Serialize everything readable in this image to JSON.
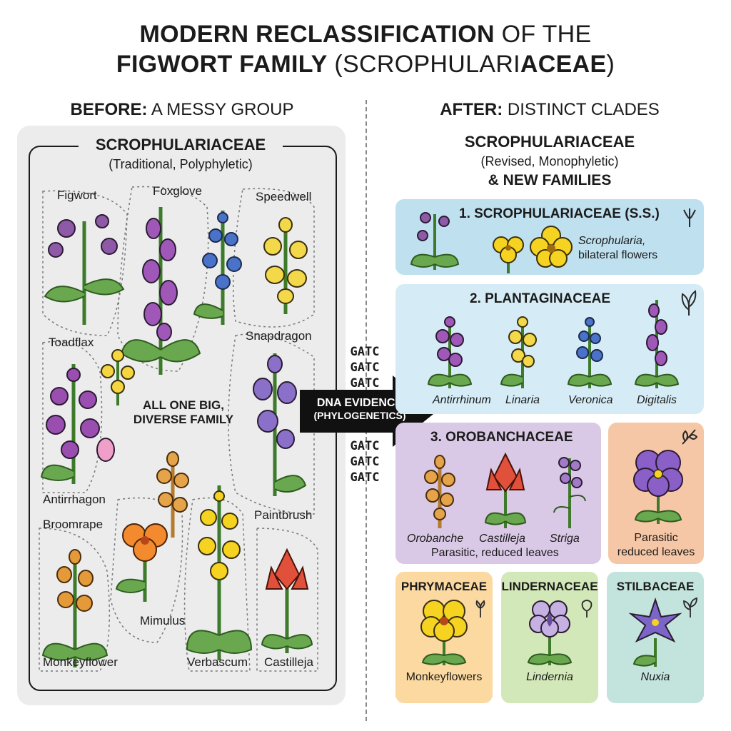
{
  "title": {
    "line1_bold": "MODERN RECLASSIFICATION",
    "line1_rest": " OF THE",
    "line2_bold_a": "FIGWORT FAMILY",
    "line2_rest": " (SCROPHULARI",
    "line2_bold_b": "ACEAE",
    "line2_end": ")"
  },
  "before": {
    "heading_bold": "BEFORE:",
    "heading_rest": " A MESSY GROUP",
    "box_title": "SCROPHULARIACEAE",
    "box_subtitle": "(Traditional, Polyphyletic)",
    "center_line1": "ALL ONE BIG,",
    "center_line2": "DIVERSE FAMILY",
    "labels": {
      "figwort": "Figwort",
      "foxglove": "Foxglove",
      "speedwell": "Speedwell",
      "toadflax": "Toadflax",
      "snapdragon": "Snapdragon",
      "antirrhagon": "Antirrhagon",
      "broomrape": "Broomrape",
      "paintbrush": "Paintbrush",
      "mimulus": "Mimulus",
      "monkeyflower": "Monkeyflower",
      "verbascum": "Verbascum",
      "castilleja": "Castilleja"
    }
  },
  "middle": {
    "gatc_top": [
      "GATC",
      "GATC",
      "GATC"
    ],
    "gatc_bottom": [
      "GATC",
      "GATC",
      "GATC"
    ],
    "arrow_line1": "DNA EVIDENCE",
    "arrow_line2": "(PHYLOGENETICS)"
  },
  "after": {
    "heading_bold": "AFTER:",
    "heading_rest": " DISTINCT CLADES",
    "box_title": "SCROPHULARIACEAE",
    "box_subtitle": "(Revised, Monophyletic)",
    "box_title2": "& NEW FAMILIES",
    "scroph": {
      "title": "1. SCROPHULARIACEAE (S.S.)",
      "caption_italic": "Scrophularia,",
      "caption_rest": "bilateral flowers",
      "color": "#bfe0ef"
    },
    "plantag": {
      "title": "2. PLANTAGINACEAE",
      "genera": [
        "Antirrhinum",
        "Linaria",
        "Veronica",
        "Digitalis"
      ],
      "color": "#d5ecf6"
    },
    "oroban": {
      "title": "3. OROBANCHACEAE",
      "genera": [
        "Orobanche",
        "Castilleja",
        "Striga"
      ],
      "caption": "Parasitic, reduced leaves",
      "color": "#d9c8e6"
    },
    "parasitic": {
      "line1": "Parasitic",
      "line2": "reduced leaves",
      "color": "#f6c7a6"
    },
    "phrymaceae": {
      "title": "PHRYMACEAE",
      "caption": "Monkeyflowers",
      "color": "#fbd9a0"
    },
    "lindernaceae": {
      "title": "LINDERNACEAE",
      "caption": "Lindernia",
      "color": "#d3e8b8"
    },
    "stilbaceae": {
      "title": "STILBACEAE",
      "caption": "Nuxia",
      "color": "#c3e4dc"
    }
  }
}
